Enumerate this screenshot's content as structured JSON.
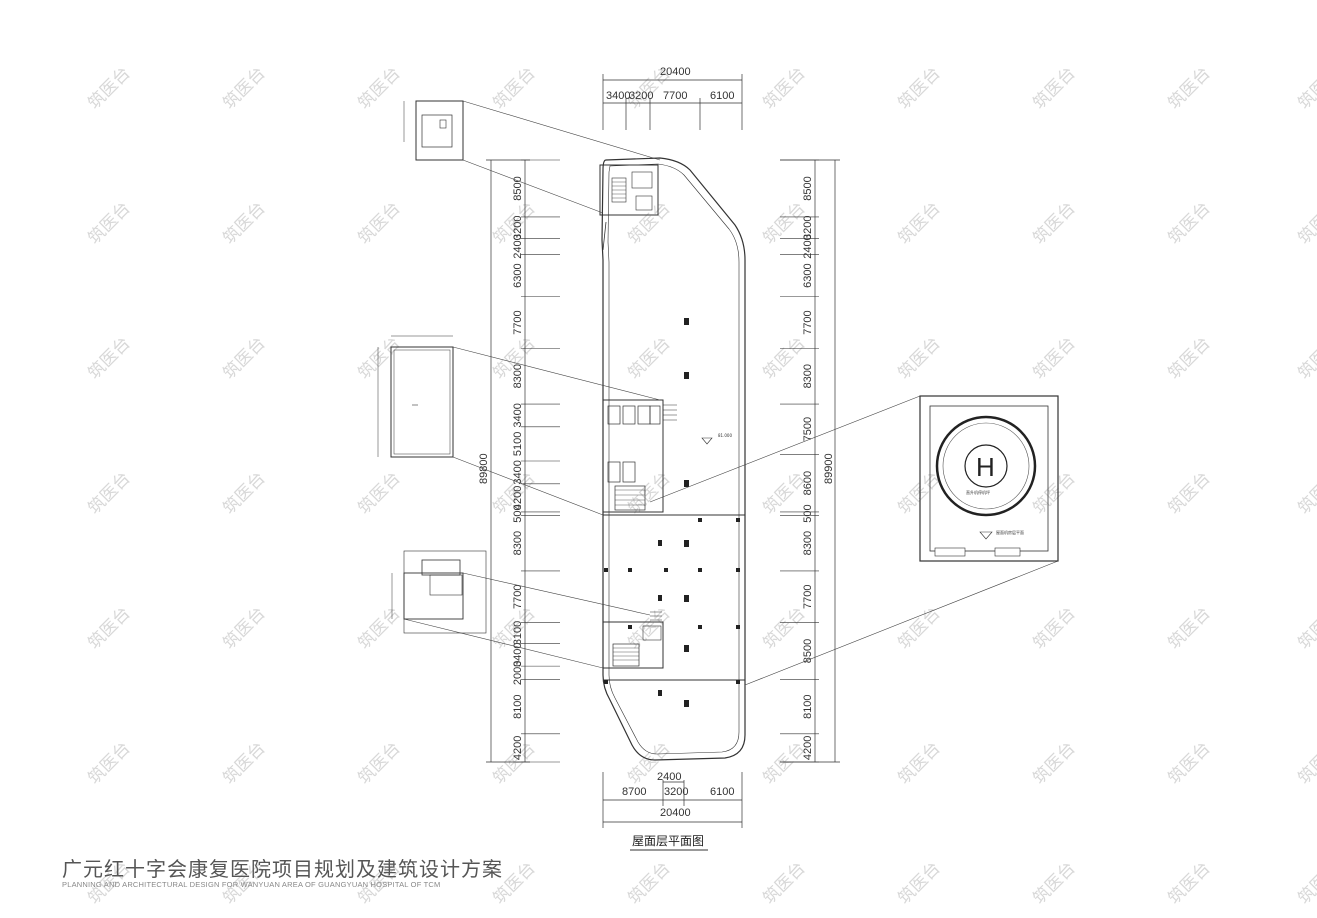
{
  "sheet": {
    "title_cn": "广元红十字会康复医院项目规划及建筑设计方案",
    "title_en": "PLANNING AND ARCHITECTURAL DESIGN FOR WANYUAN AREA OF GUANGYUAN HOSPITAL OF TCM",
    "drawing_caption": "屋面层平面图",
    "watermark": "筑医台"
  },
  "dimensions": {
    "top_total": "20400",
    "top_segments": [
      "3400",
      "3200",
      "7700",
      "6100"
    ],
    "bottom_total": "20400",
    "bottom_segments": [
      "8700",
      "3200",
      "6100"
    ],
    "bottom_extra": "2400",
    "left_total": "89800",
    "right_total": "89900",
    "left_inner": [
      "8500",
      "3200",
      "2400",
      "6300",
      "7700",
      "8300",
      "3400",
      "5100",
      "3400",
      "4200",
      "500",
      "8300",
      "7700",
      "3100",
      "3400",
      "2000",
      "8100",
      "4200"
    ],
    "right_inner": [
      "8500",
      "3200",
      "2400",
      "6300",
      "7700",
      "8300",
      "7500",
      "8600",
      "500",
      "8300",
      "7700",
      "8500",
      "8100",
      "4200"
    ]
  },
  "annotations": {
    "elevation_mark": "81.000",
    "helipad_symbol": "H",
    "helipad_note_1": "直升机停机坪",
    "helipad_note_2": "屋面机房层平面"
  }
}
